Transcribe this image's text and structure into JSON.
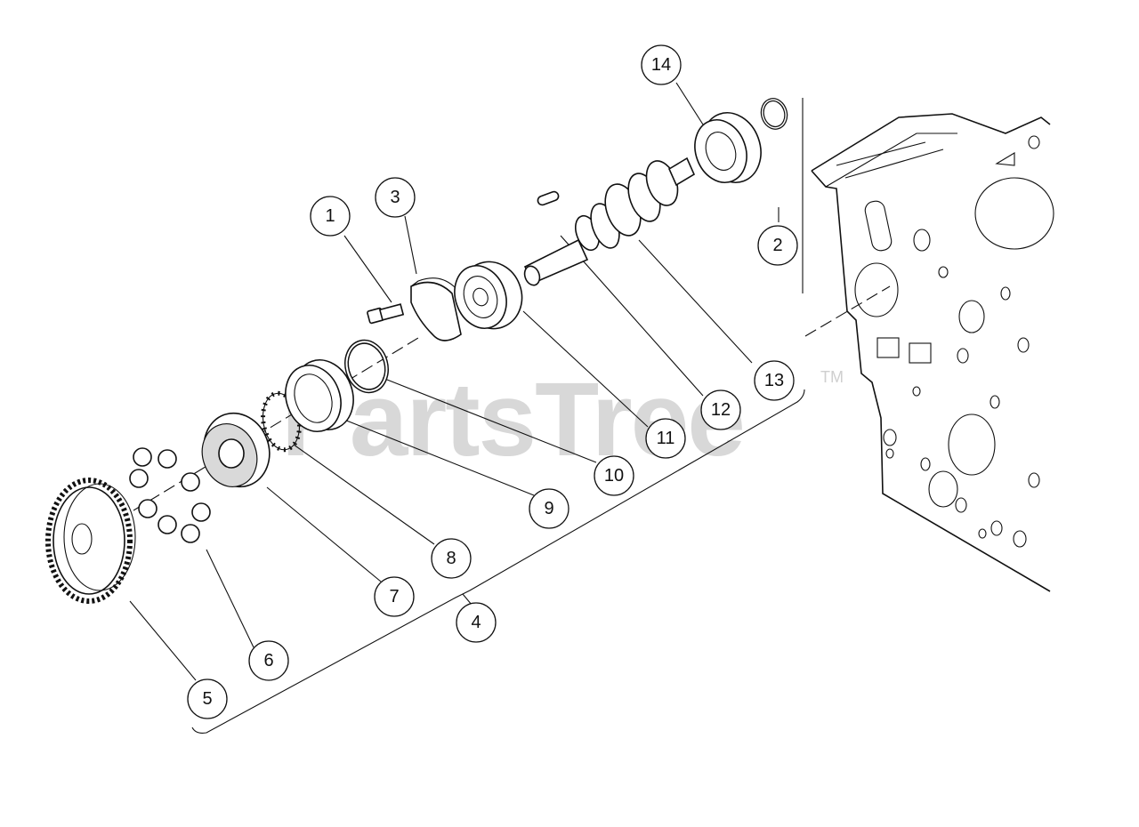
{
  "watermark": {
    "brand": "PartsTree",
    "trademark": "TM"
  },
  "callouts": [
    {
      "id": "callout-1",
      "label": "1"
    },
    {
      "id": "callout-2",
      "label": "2"
    },
    {
      "id": "callout-3",
      "label": "3"
    },
    {
      "id": "callout-4",
      "label": "4"
    },
    {
      "id": "callout-5",
      "label": "5"
    },
    {
      "id": "callout-6",
      "label": "6"
    },
    {
      "id": "callout-7",
      "label": "7"
    },
    {
      "id": "callout-8",
      "label": "8"
    },
    {
      "id": "callout-9",
      "label": "9"
    },
    {
      "id": "callout-10",
      "label": "10"
    },
    {
      "id": "callout-11",
      "label": "11"
    },
    {
      "id": "callout-12",
      "label": "12"
    },
    {
      "id": "callout-13",
      "label": "13"
    },
    {
      "id": "callout-14",
      "label": "14"
    }
  ]
}
